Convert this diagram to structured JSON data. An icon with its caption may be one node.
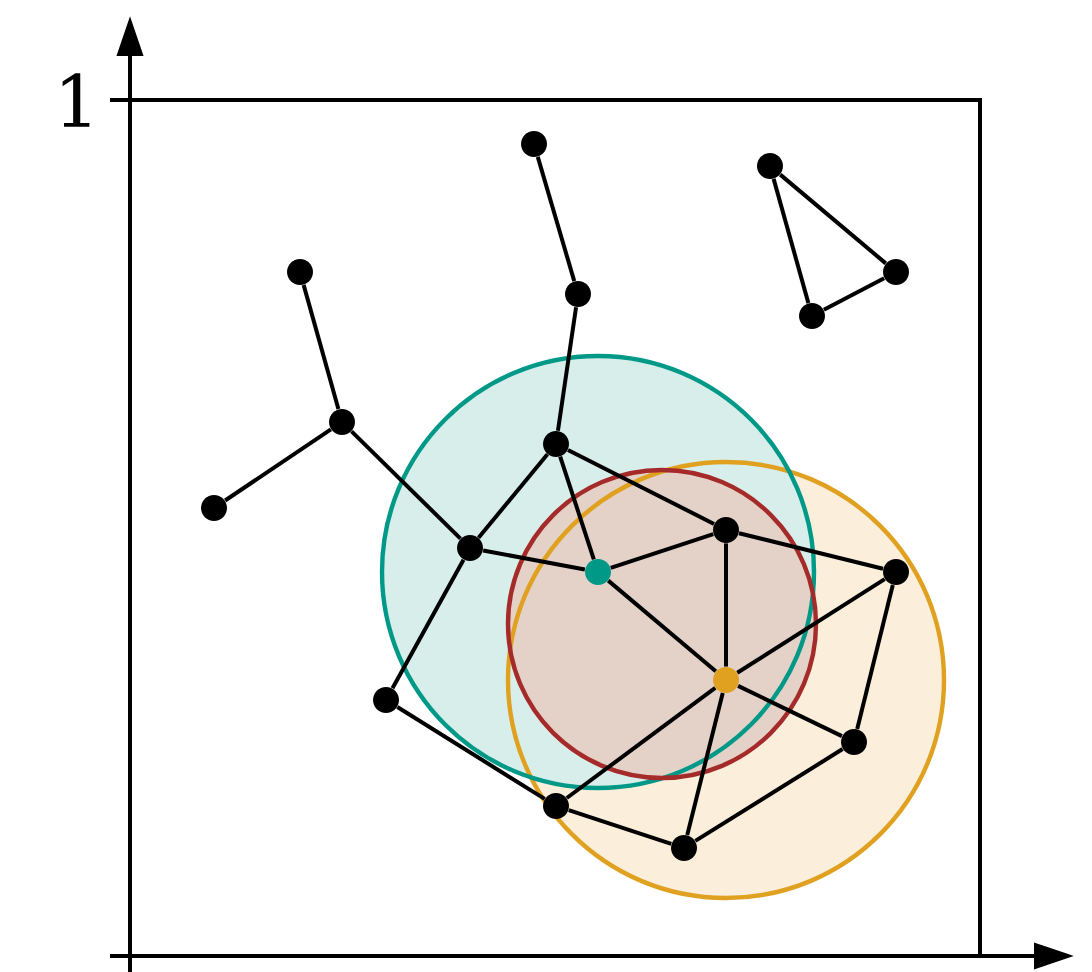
{
  "diagram": {
    "nodes": [
      {
        "text": [],
        "shape": "circle"
      },
      {
        "text": [],
        "shape": "circle"
      },
      {
        "text": [],
        "shape": "circle"
      },
      {
        "text": [],
        "shape": "circle"
      },
      {
        "text": [],
        "shape": "circle"
      },
      {
        "text": [],
        "shape": "circle"
      },
      {
        "text": [],
        "shape": "circle"
      },
      {
        "text": [],
        "shape": "circle"
      },
      {
        "text": [],
        "shape": "circle"
      },
      {
        "text": [],
        "shape": "circle"
      },
      {
        "text": [],
        "shape": "circle"
      },
      {
        "text": [],
        "shape": "circle"
      },
      {
        "text": [],
        "shape": "circle"
      },
      {
        "text": [],
        "shape": "circle"
      },
      {
        "text": [],
        "shape": "circle"
      },
      {
        "text": [],
        "shape": "circle"
      },
      {
        "text": [],
        "shape": "circle"
      },
      {
        "text": [],
        "shape": "circle"
      }
    ],
    "edges": [
      {
        "from": 0,
        "to": 3,
        "arrow": "none"
      },
      {
        "from": 1,
        "to": 5,
        "arrow": "none"
      },
      {
        "from": 1,
        "to": 4,
        "arrow": "none"
      },
      {
        "from": 5,
        "to": 4,
        "arrow": "none"
      },
      {
        "from": 2,
        "to": 6,
        "arrow": "none"
      },
      {
        "from": 3,
        "to": 7,
        "arrow": "none"
      },
      {
        "from": 6,
        "to": 8,
        "arrow": "none"
      },
      {
        "from": 6,
        "to": 9,
        "arrow": "none"
      },
      {
        "from": 7,
        "to": 9,
        "arrow": "none"
      },
      {
        "from": 7,
        "to": 11,
        "arrow": "none"
      },
      {
        "from": 7,
        "to": 10,
        "arrow": "none"
      },
      {
        "from": 9,
        "to": 11,
        "arrow": "none"
      },
      {
        "from": 9,
        "to": 13,
        "arrow": "none"
      },
      {
        "from": 11,
        "to": 10,
        "arrow": "none"
      },
      {
        "from": 11,
        "to": 14,
        "arrow": "none"
      },
      {
        "from": 10,
        "to": 14,
        "arrow": "none"
      },
      {
        "from": 10,
        "to": 12,
        "arrow": "none"
      },
      {
        "from": 12,
        "to": 14,
        "arrow": "none"
      },
      {
        "from": 12,
        "to": 15,
        "arrow": "none"
      },
      {
        "from": 14,
        "to": 15,
        "arrow": "none"
      },
      {
        "from": 14,
        "to": 16,
        "arrow": "none"
      },
      {
        "from": 14,
        "to": 17,
        "arrow": "none"
      },
      {
        "from": 13,
        "to": 16,
        "arrow": "none"
      },
      {
        "from": 16,
        "to": 17,
        "arrow": "none"
      },
      {
        "from": 17,
        "to": 15,
        "arrow": "none"
      }
    ],
    "labels": [
      "1"
    ]
  }
}
